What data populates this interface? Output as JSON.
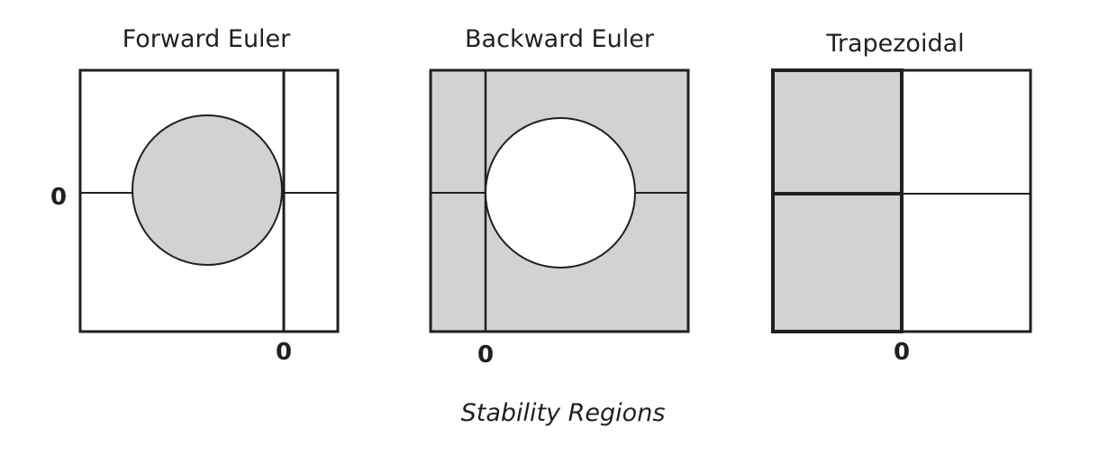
{
  "panels": [
    {
      "title": "Forward Euler",
      "origin_label": "0",
      "y_origin_label": "0"
    },
    {
      "title": "Backward Euler",
      "origin_label": "0"
    },
    {
      "title": "Trapezoidal",
      "origin_label": "0"
    }
  ],
  "caption": "Stability Regions",
  "colors": {
    "shade": "#d1d2d4",
    "stroke": "#231f20",
    "background": "#ffffff"
  }
}
